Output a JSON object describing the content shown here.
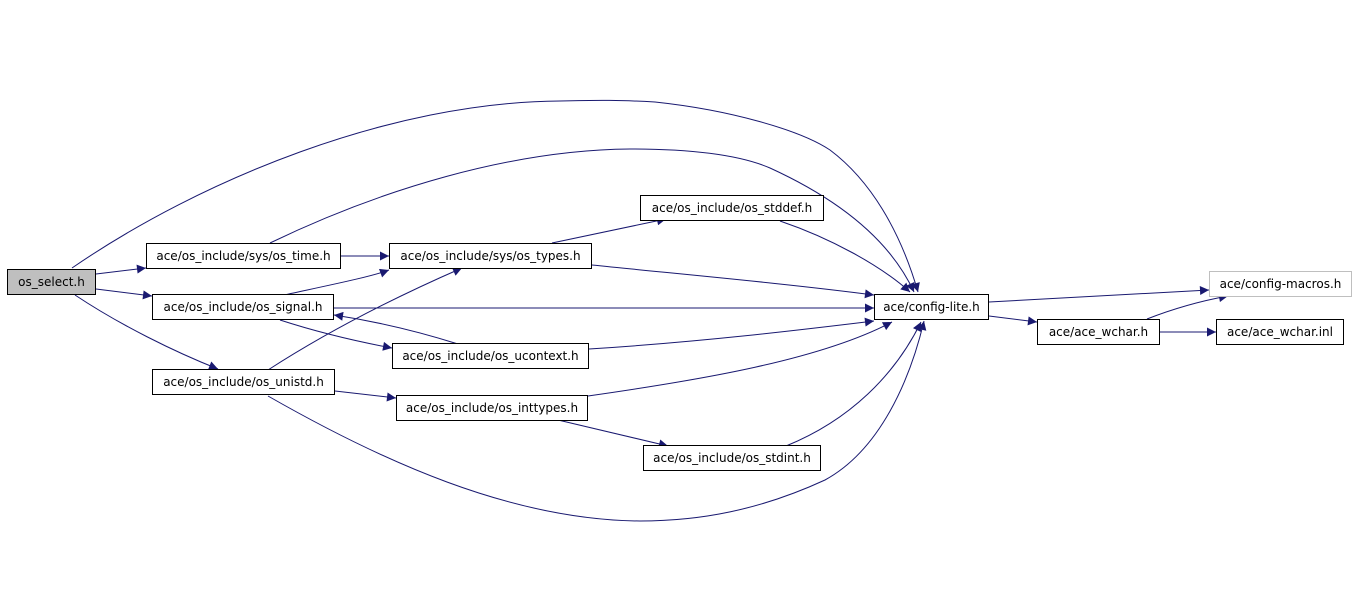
{
  "diagram": {
    "colors": {
      "edge": "#191970",
      "root_fill": "#bfbfbf",
      "node_border": "#000000",
      "external_border": "#bfbfbf"
    },
    "nodes": {
      "os_select": {
        "label": "os_select.h"
      },
      "sys_time": {
        "label": "ace/os_include/sys/os_time.h"
      },
      "sys_types": {
        "label": "ace/os_include/sys/os_types.h"
      },
      "stddef": {
        "label": "ace/os_include/os_stddef.h"
      },
      "signal": {
        "label": "ace/os_include/os_signal.h"
      },
      "config_lite": {
        "label": "ace/config-lite.h"
      },
      "config_macros": {
        "label": "ace/config-macros.h"
      },
      "ucontext": {
        "label": "ace/os_include/os_ucontext.h"
      },
      "ace_wchar": {
        "label": "ace/ace_wchar.h"
      },
      "ace_wchar_inl": {
        "label": "ace/ace_wchar.inl"
      },
      "unistd": {
        "label": "ace/os_include/os_unistd.h"
      },
      "inttypes": {
        "label": "ace/os_include/os_inttypes.h"
      },
      "stdint": {
        "label": "ace/os_include/os_stdint.h"
      }
    },
    "edges": [
      [
        "os_select",
        "sys_time"
      ],
      [
        "os_select",
        "signal"
      ],
      [
        "os_select",
        "unistd"
      ],
      [
        "os_select",
        "config_lite"
      ],
      [
        "sys_time",
        "sys_types"
      ],
      [
        "sys_time",
        "config_lite"
      ],
      [
        "sys_types",
        "stddef"
      ],
      [
        "sys_types",
        "config_lite"
      ],
      [
        "stddef",
        "config_lite"
      ],
      [
        "signal",
        "sys_types"
      ],
      [
        "signal",
        "ucontext"
      ],
      [
        "signal",
        "config_lite"
      ],
      [
        "ucontext",
        "signal"
      ],
      [
        "ucontext",
        "config_lite"
      ],
      [
        "unistd",
        "sys_types"
      ],
      [
        "unistd",
        "inttypes"
      ],
      [
        "unistd",
        "config_lite"
      ],
      [
        "inttypes",
        "stdint"
      ],
      [
        "inttypes",
        "config_lite"
      ],
      [
        "stdint",
        "config_lite"
      ],
      [
        "config_lite",
        "config_macros"
      ],
      [
        "config_lite",
        "ace_wchar"
      ],
      [
        "ace_wchar",
        "config_macros"
      ],
      [
        "ace_wchar",
        "ace_wchar_inl"
      ]
    ]
  }
}
